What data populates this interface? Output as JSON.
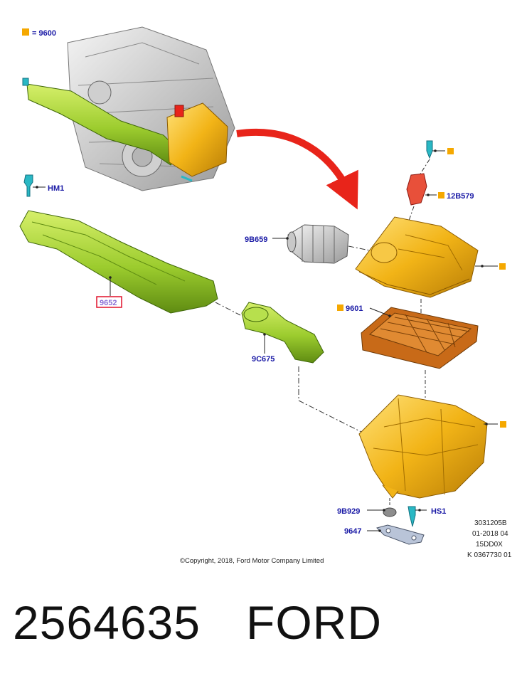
{
  "legend": {
    "equals_text": "= 9600",
    "swatch_color": "#f5a800"
  },
  "parts": {
    "hm1": "HM1",
    "p9652": "9652",
    "p9c675": "9C675",
    "p9b659": "9B659",
    "p12b579": "12B579",
    "p9601": "9601",
    "p9b929": "9B929",
    "p9647": "9647",
    "hs1": "HS1"
  },
  "meta": {
    "line1": "3031205B",
    "line2": "01-2018 04",
    "line3": "15DD0X",
    "line4": "K 0367730 01"
  },
  "copyright": "©Copyright, 2018, Ford Motor Company Limited",
  "footer": {
    "part_number": "2564635",
    "brand": "FORD"
  },
  "colors": {
    "label_blue": "#1a1aa6",
    "orange_marker": "#f5a800",
    "green_part": "#9ccc2e",
    "yellow_part": "#f2b417",
    "red_arrow": "#e8241a",
    "filter_brown": "#c86a18",
    "cyan_fastener": "#2ab8c4",
    "highlight_red": "#e0102a"
  }
}
